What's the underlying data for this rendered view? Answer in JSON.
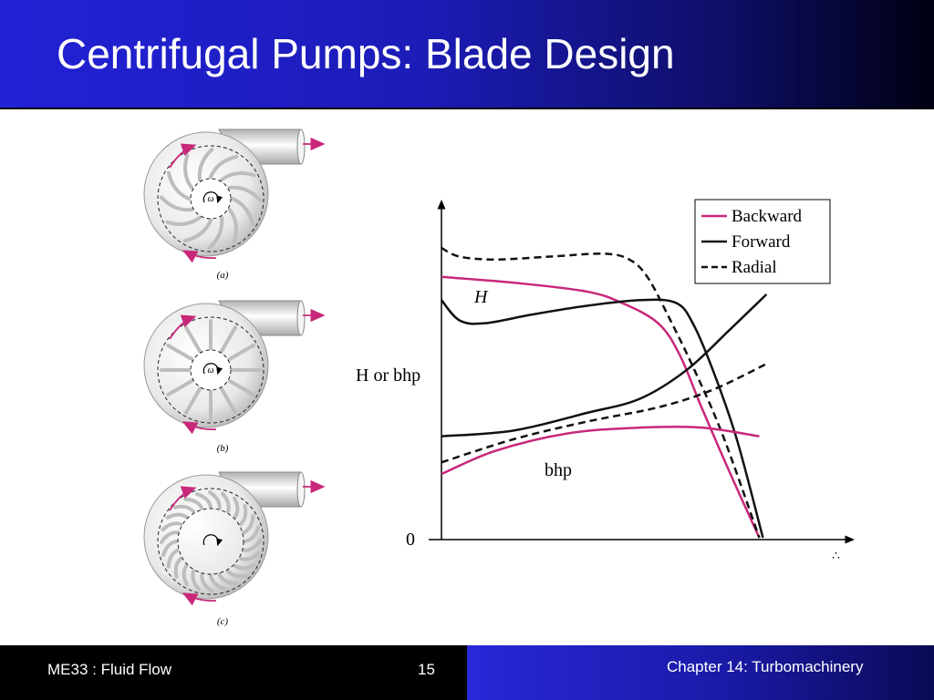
{
  "slide": {
    "title": "Centrifugal Pumps: Blade Design"
  },
  "footer": {
    "course": "ME33 :  Fluid Flow",
    "page": "15",
    "chapter": "Chapter 14:  Turbomachinery"
  },
  "pumps": [
    {
      "caption": "(a)",
      "omega": "ω",
      "blade_type": "backward"
    },
    {
      "caption": "(b)",
      "omega": "ω",
      "blade_type": "radial"
    },
    {
      "caption": "(c)",
      "blade_type": "forward"
    }
  ],
  "colors": {
    "backward": "#c8287a",
    "forward": "#111111",
    "radial": "#111111",
    "arrow": "#c8287a",
    "title_bg": "#2222d6"
  },
  "chart_data": {
    "type": "line",
    "ylabel": "H or bhp",
    "y_origin_label": "0",
    "x_axis_mark": "∴",
    "annotations": {
      "H": "H",
      "bhp": "bhp"
    },
    "legend": {
      "placement": "top-right",
      "entries": [
        {
          "name": "Backward",
          "color": "#c8287a",
          "dash": false
        },
        {
          "name": "Forward",
          "color": "#111111",
          "dash": false
        },
        {
          "name": "Radial",
          "color": "#111111",
          "dash": true
        }
      ]
    },
    "xlim": [
      0,
      100
    ],
    "ylim": [
      0,
      100
    ],
    "series": [
      {
        "name": "Backward",
        "quantity": "H",
        "color": "#c8287a",
        "dash": false,
        "points": [
          [
            0,
            90
          ],
          [
            20,
            88
          ],
          [
            40,
            85
          ],
          [
            50,
            81
          ],
          [
            60,
            74
          ],
          [
            66,
            63
          ],
          [
            72,
            45
          ],
          [
            80,
            22
          ],
          [
            88,
            0
          ]
        ]
      },
      {
        "name": "Forward",
        "quantity": "H",
        "color": "#111111",
        "dash": false,
        "points": [
          [
            0,
            82
          ],
          [
            5,
            75
          ],
          [
            12,
            74
          ],
          [
            25,
            77
          ],
          [
            40,
            80
          ],
          [
            55,
            82
          ],
          [
            65,
            81
          ],
          [
            70,
            73
          ],
          [
            76,
            55
          ],
          [
            82,
            33
          ],
          [
            89,
            0
          ]
        ]
      },
      {
        "name": "Radial",
        "quantity": "H",
        "color": "#111111",
        "dash": true,
        "points": [
          [
            0,
            100
          ],
          [
            5,
            97
          ],
          [
            15,
            96
          ],
          [
            30,
            97
          ],
          [
            45,
            98
          ],
          [
            52,
            96
          ],
          [
            57,
            90
          ],
          [
            63,
            76
          ],
          [
            70,
            58
          ],
          [
            78,
            35
          ],
          [
            88,
            0
          ]
        ]
      },
      {
        "name": "Backward",
        "quantity": "bhp",
        "color": "#c8287a",
        "dash": false,
        "points": [
          [
            0,
            22
          ],
          [
            15,
            30
          ],
          [
            35,
            36
          ],
          [
            55,
            38
          ],
          [
            72,
            38
          ],
          [
            88,
            35
          ]
        ]
      },
      {
        "name": "Forward",
        "quantity": "bhp",
        "color": "#111111",
        "dash": false,
        "points": [
          [
            0,
            35
          ],
          [
            20,
            37
          ],
          [
            40,
            43
          ],
          [
            55,
            48
          ],
          [
            68,
            58
          ],
          [
            80,
            72
          ],
          [
            90,
            84
          ]
        ]
      },
      {
        "name": "Radial",
        "quantity": "bhp",
        "color": "#111111",
        "dash": true,
        "points": [
          [
            0,
            26
          ],
          [
            20,
            34
          ],
          [
            40,
            40
          ],
          [
            60,
            45
          ],
          [
            75,
            51
          ],
          [
            90,
            60
          ]
        ]
      }
    ]
  }
}
